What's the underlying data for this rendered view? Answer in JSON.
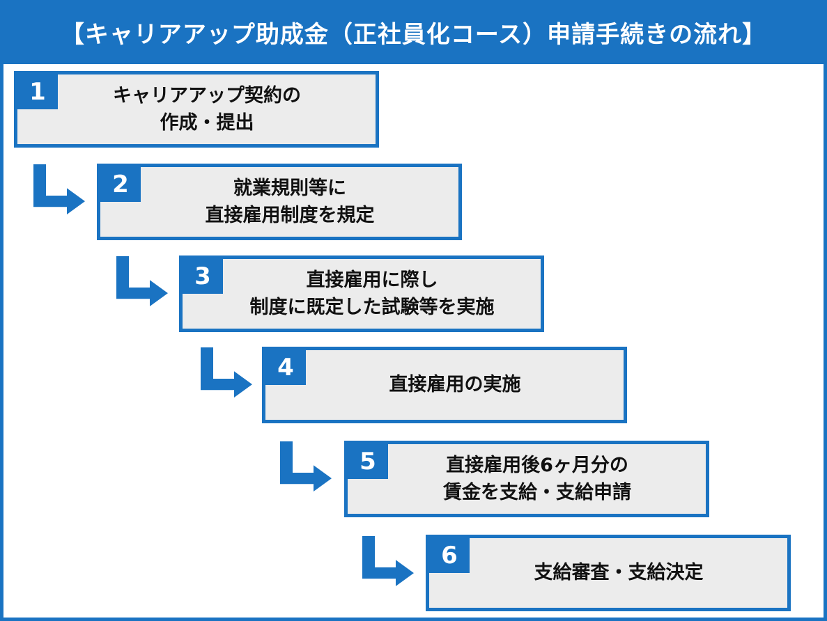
{
  "title": "【キャリアアップ助成金（正社員化コース）申請手続きの流れ】",
  "colors": {
    "accent": "#1a73c2",
    "box_fill": "#ececec",
    "text": "#111111"
  },
  "steps": [
    {
      "number": "1",
      "text": "キャリアアップ契約の\n作成・提出"
    },
    {
      "number": "2",
      "text": "就業規則等に\n直接雇用制度を規定"
    },
    {
      "number": "3",
      "text": "直接雇用に際し\n制度に既定した試験等を実施"
    },
    {
      "number": "4",
      "text": "直接雇用の実施"
    },
    {
      "number": "5",
      "text": "直接雇用後6ヶ月分の\n賃金を支給・支給申請"
    },
    {
      "number": "6",
      "text": "支給審査・支給決定"
    }
  ],
  "arrow_icon": "elbow-arrow-right"
}
